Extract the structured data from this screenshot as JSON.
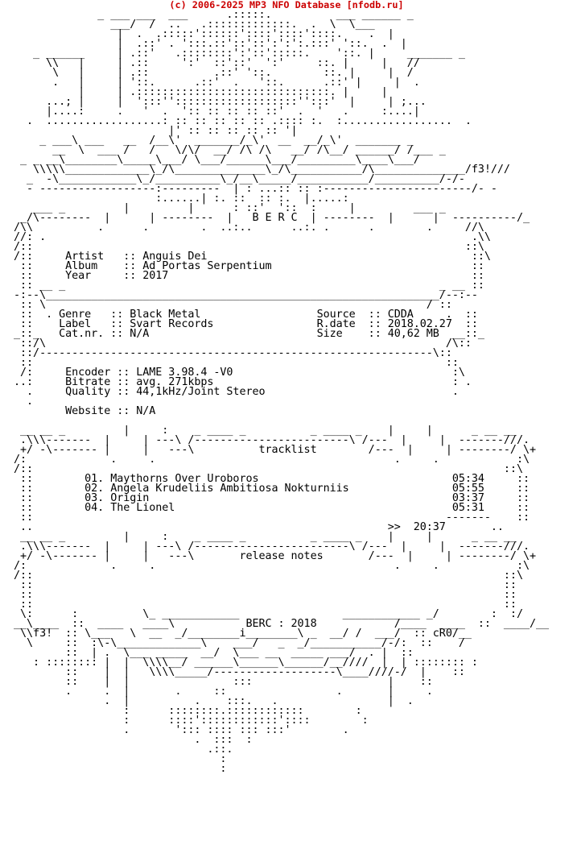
{
  "header_text": "(c) 2006-2025 MP3 NFO Database [nfodb.ru]",
  "colors": {
    "header": "#cc0000",
    "text": "#000000",
    "background": "#ffffff"
  },
  "nfo_lines": [
    "               _ ___ ___  ___      .:::::.          ___ ______ _",
    "                 ___/  /  ..   .:::::::::::::.  .  \\  \\___",
    "                  |  .  .:::::'::::::'::::'::::'::::.    .  |",
    "                  |  .::' . ':::.::'::'::':':':.:::' '::.  .  |",
    "     _ ______     | .::'   .::::::::':'::':::::.    '::. |     _______ _",
    "       \\\\   |     | .::     ':'  ::'::'  ':'     ::. |     |   //",
    "        \\   |     | .::          .::' '::.        ::. |     |  /",
    "        .   |     | '::.      .::'  .   '::.      .::' |     |  .",
    "            |     | .::::::::::::::::::::::::::::::. |     |",
    "       ...; |     |  ':::'':::::::::::::::::::'':::'  |     | ;...",
    "       |....:     .   '  .  ':: :: :: :: ::'  .  '   .     :....|",
    "    .  ..................: :: :: :: :: :: .:::: :.  :.................  .",
    "                          |' :: :: :: :: :: '|",
    "      _ ___\\ ___   __  /__\\'  _______/_\\'  __  __/_\\'  _______ _",
    "        __  \\  ___ /   /   \\/\\/  __/ /\\ /\\   __/ /\\__/ ______/ /___ _",
    "   _ _ __\\________\\_____\\___/ \\___/______\\___/_________\\____\\___/",
    "     \\\\\\\\\\_____________\\_/\\______________\\_/\\___________/\\______________/f3!///",
    "    _  -\\____________\\_/__________\\_/__\\_____/___________/__________/-/-",
    "    - ------------------:---------  | : ...:: :: :-----------------------/- -",
    "                        :......| :. ::  :: :.  |.....:",
    "     ___ _         |         |      : ::'  '::  :     |         ___ _",
    "   _/\\--------  |      | --------  |   B E R C  | --------  |      |  ----------/_",
    "  /\\\\          .      .        .  ..:..      ..:. .      .        .     //\\",
    "  //: .                                                                  .\\\\",
    "  /::                                                                   ::\\",
    "  /::     Artist   :: Anguis Dei                                         ::\\",
    "   ::     Album    :: Ad Portas Serpentium                               ::",
    "   ::     Year     :: 2017                                               ::",
    "   :: __ _                                                          _ __ ::",
    "  -:--\\_____________________________________________________________/--:--",
    "   :: \\                                                           / ::",
    "   ::  . Genre   :: Black Metal                  Source  :: CDDA     .  ::",
    "   ::    Label   :: Svart Records                R.date  :: 2018.02.27  ::",
    "  _::_   Cat.nr. :: N/A                          Size    :: 40,62 MB  __::_",
    "   ::/\\                                                              /\\::",
    "   ::/-------------------------------------------------------------\\::",
    "   ::                                                                ::",
    "   /:     Encoder :: LAME 3.98.4 -V0                                  :\\",
    "  ..:     Bitrate :: avg. 271kbps                                     : .",
    "    .     Quality :: 44,1kHz/Joint Stereo                             .",
    "    .",
    "          Website :: N/A",
    "",
    "   __ __ _         |     :    _ ____ _          _ ____ _    |     |      _ __ __",
    "   .\\\\\\-------  |     | ---\\ /------------------------\\ /---  |     |  -------///.",
    "   +/ -\\------- |     |   ---\\          tracklist        /---  |     | --------/ \\+",
    "  /:             .     .                                     .     .            :\\",
    "  /::                                                                         ::\\",
    "   ::        01. Maythorns Over Uroboros                              05:34     ::",
    "   ::        02. Angela Krudeliis Ambitiosa Nokturniis                05:55     ::",
    "   ::        03. Origin                                               03:37     ::",
    "   ::        04. The Lionel                                           05:31     ::",
    "   ::                                                                -------    ::",
    "   ..                                                       >>  20:37       ..",
    "   __ __ _         |     :    _ ____ _          _ ____ _    |     |      _ __ __",
    "   .\\\\\\-------  |     | ---\\ /------------------------\\ /---  |     |  -------///.",
    "   +/ -\\------- |     |   ---\\       release notes       /---  |     | --------/ \\+",
    "  /:             .     .                                     .     .            :\\",
    "  /::                                                                         ::\\",
    "   ::                                                                         ::",
    "   ::                                                                         ::",
    "   ::                                                                         ::",
    "   \\:      :          \\_ ____________                ____________ _/        :  :/",
    "  __\\____  ::  ____   ____\\           BERC : 2018            /____  ____  ::  ____/__",
    "   \\\\f3!  :: \\___   \\  __  _/________i________\\ _  __/ /  ___/  :: cR0/__",
    "    \\     ::  :\\-\\_____________\\    ___/   _  _/___________/-/:  ::    /",
    "          ::  | .  \\___ _____  __/  \\___ __  _____ ___/  . |  ::",
    "     : :::::::: |  |  \\\\\\\\__/ ______\\______\\______/__////  |  | :::::::: :",
    "          ::    |  |   \\\\\\\\_____/-------------------\\____////-/  |    ::",
    "          ::    |  |                :::                     |    ::",
    "          .     .  |       .     ::                 .       |     .",
    "                .  |          .    :::.   .                 |  .",
    "                   :      ::::::::.::::::::::::        :",
    "                   :      ::::'::::::::::::'::::        :",
    "                   .       '::: :::: ::: :::'        .",
    "                              .  :::  :",
    "                                .::.",
    "                                  :",
    "                                  :"
  ]
}
